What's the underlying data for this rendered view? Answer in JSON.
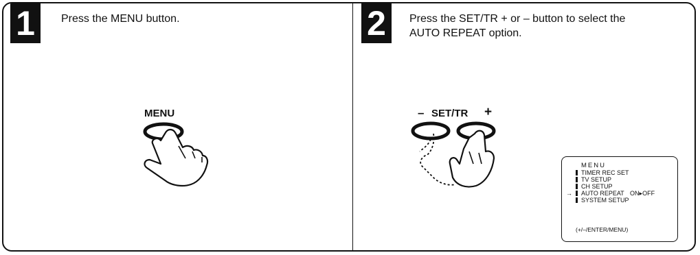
{
  "steps": [
    {
      "number": "1",
      "instruction": "Press the MENU button."
    },
    {
      "number": "2",
      "instruction_line1": "Press the SET/TR + or – button to select the",
      "instruction_line2": "AUTO REPEAT option."
    }
  ],
  "illustrations": {
    "menu_button_label": "MENU",
    "set_tr_label": "SET/TR",
    "minus_symbol": "–",
    "plus_symbol": "+"
  },
  "osd": {
    "title": "MENU",
    "items": [
      "TIMER REC SET",
      "TV SETUP",
      "CH SETUP",
      "AUTO REPEAT",
      "SYSTEM SETUP"
    ],
    "option_on": "ON",
    "option_off": "OFF",
    "option_marker": "▸",
    "selection_arrow": "→",
    "footer": "(+/–/ENTER/MENU)"
  }
}
